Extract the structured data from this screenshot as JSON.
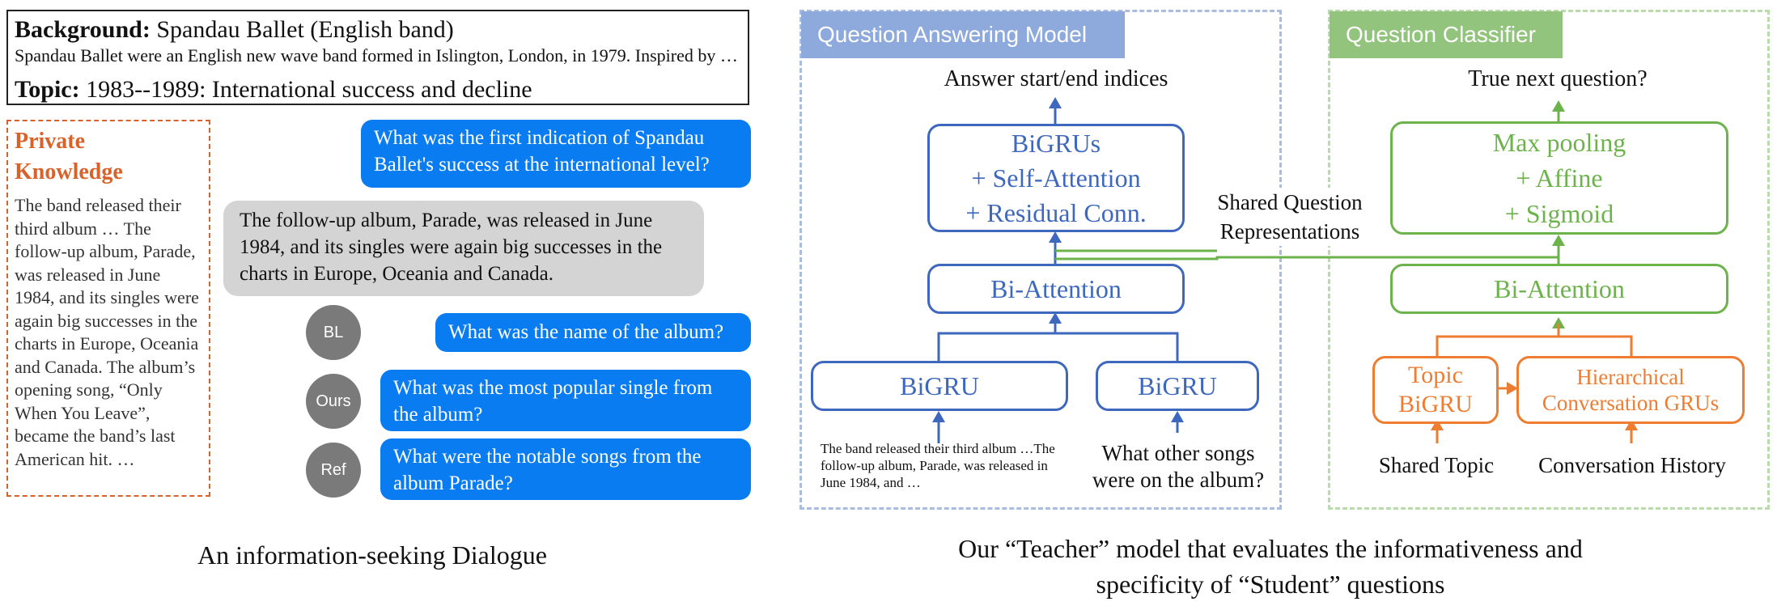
{
  "dialogue": {
    "background_label": "Background:",
    "background_title": "Spandau Ballet (English band)",
    "background_text": "Spandau Ballet were an English new wave band formed in Islington, London, in 1979. Inspired by …",
    "topic_label": "Topic:",
    "topic_text": "1983--1989: International success and decline",
    "private_knowledge_title": "Private Knowledge",
    "private_knowledge_text": "The band released their third album … The follow-up album, Parade, was released in June 1984, and its singles were again big successes in the charts in Europe, Oceania and Canada. The album’s opening song, “Only When You Leave”, became the band’s last American hit. …",
    "question_1": "What was the first indication of Spandau Ballet's success at the international level?",
    "answer_1": "The follow-up album, Parade, was released in June 1984, and its singles were again big successes in the charts in Europe, Oceania and Canada.",
    "candidates": [
      {
        "tag": "BL",
        "question": "What was the name of the album?"
      },
      {
        "tag": "Ours",
        "question": "What was the most popular single from the album?"
      },
      {
        "tag": "Ref",
        "question": "What were the notable songs from the album Parade?"
      }
    ],
    "caption": "An information-seeking Dialogue"
  },
  "model": {
    "qa_header": "Question Answering Model",
    "qc_header": "Question Classifier",
    "qa_output": "Answer start/end indices",
    "qa_top_box": [
      "BiGRUs",
      "+ Self-Attention",
      "+ Residual Conn."
    ],
    "qa_biattention": "Bi-Attention",
    "qa_bigru_left": "BiGRU",
    "qa_bigru_right": "BiGRU",
    "qa_input_left": "The band released their third album …The follow-up album, Parade, was released in June 1984, and …",
    "qa_input_right": "What other songs were on the album?",
    "shared_label": "Shared Question Representations",
    "qc_output": "True next question?",
    "qc_top_box": [
      "Max pooling",
      "+ Affine",
      "+ Sigmoid"
    ],
    "qc_biattention": "Bi-Attention",
    "qc_topic_box": "Topic BiGRU",
    "qc_history_box": "Hierarchical Conversation GRUs",
    "qc_input_topic": "Shared Topic",
    "qc_input_history": "Conversation History",
    "caption": "Our “Teacher” model that evaluates the informativeness and specificity of “Student” questions"
  },
  "colors": {
    "blue_bubble": "#0a7cf2",
    "qa_blue": "#3d68bd",
    "qa_header_bg": "#8ea9db",
    "qc_green": "#6db34b",
    "qc_header_bg": "#93c47d",
    "orange": "#ee7d32"
  }
}
